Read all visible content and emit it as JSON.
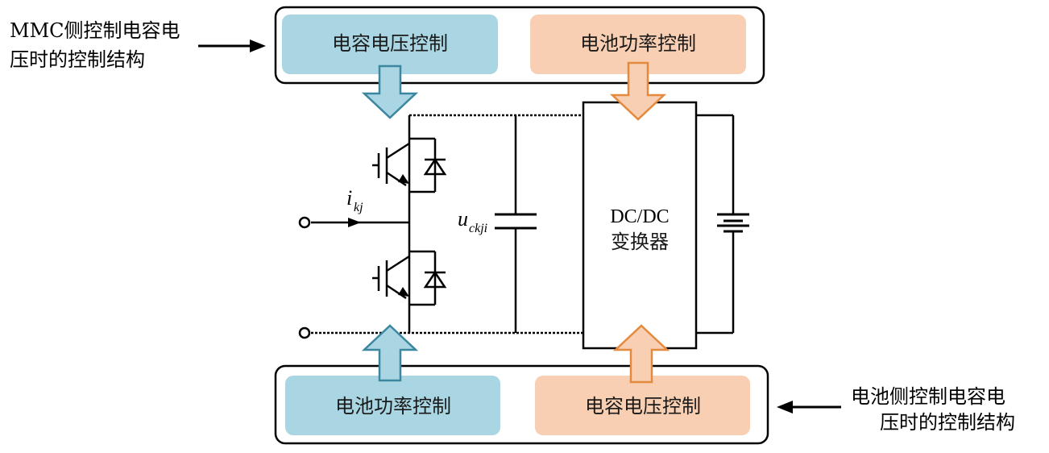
{
  "top_caption": {
    "line1": "MMC侧控制电容电",
    "line2": "压时的控制结构"
  },
  "bottom_caption": {
    "line1": "电池侧控制电容电",
    "line2": "压时的控制结构"
  },
  "top_box": {
    "left_label": "电容电压控制",
    "right_label": "电池功率控制"
  },
  "bottom_box": {
    "left_label": "电池功率控制",
    "right_label": "电容电压控制"
  },
  "circuit": {
    "current_symbol": "i",
    "current_subscript": "kj",
    "voltage_symbol": "u",
    "voltage_subscript": "ckji",
    "converter_line1": "DC/DC",
    "converter_line2": "变换器"
  },
  "colors": {
    "blue_fill": "#a9d6e2",
    "blue_stroke": "#3c86a0",
    "orange_fill": "#f8cfb2",
    "orange_stroke": "#e48a3e",
    "line": "#000000"
  }
}
